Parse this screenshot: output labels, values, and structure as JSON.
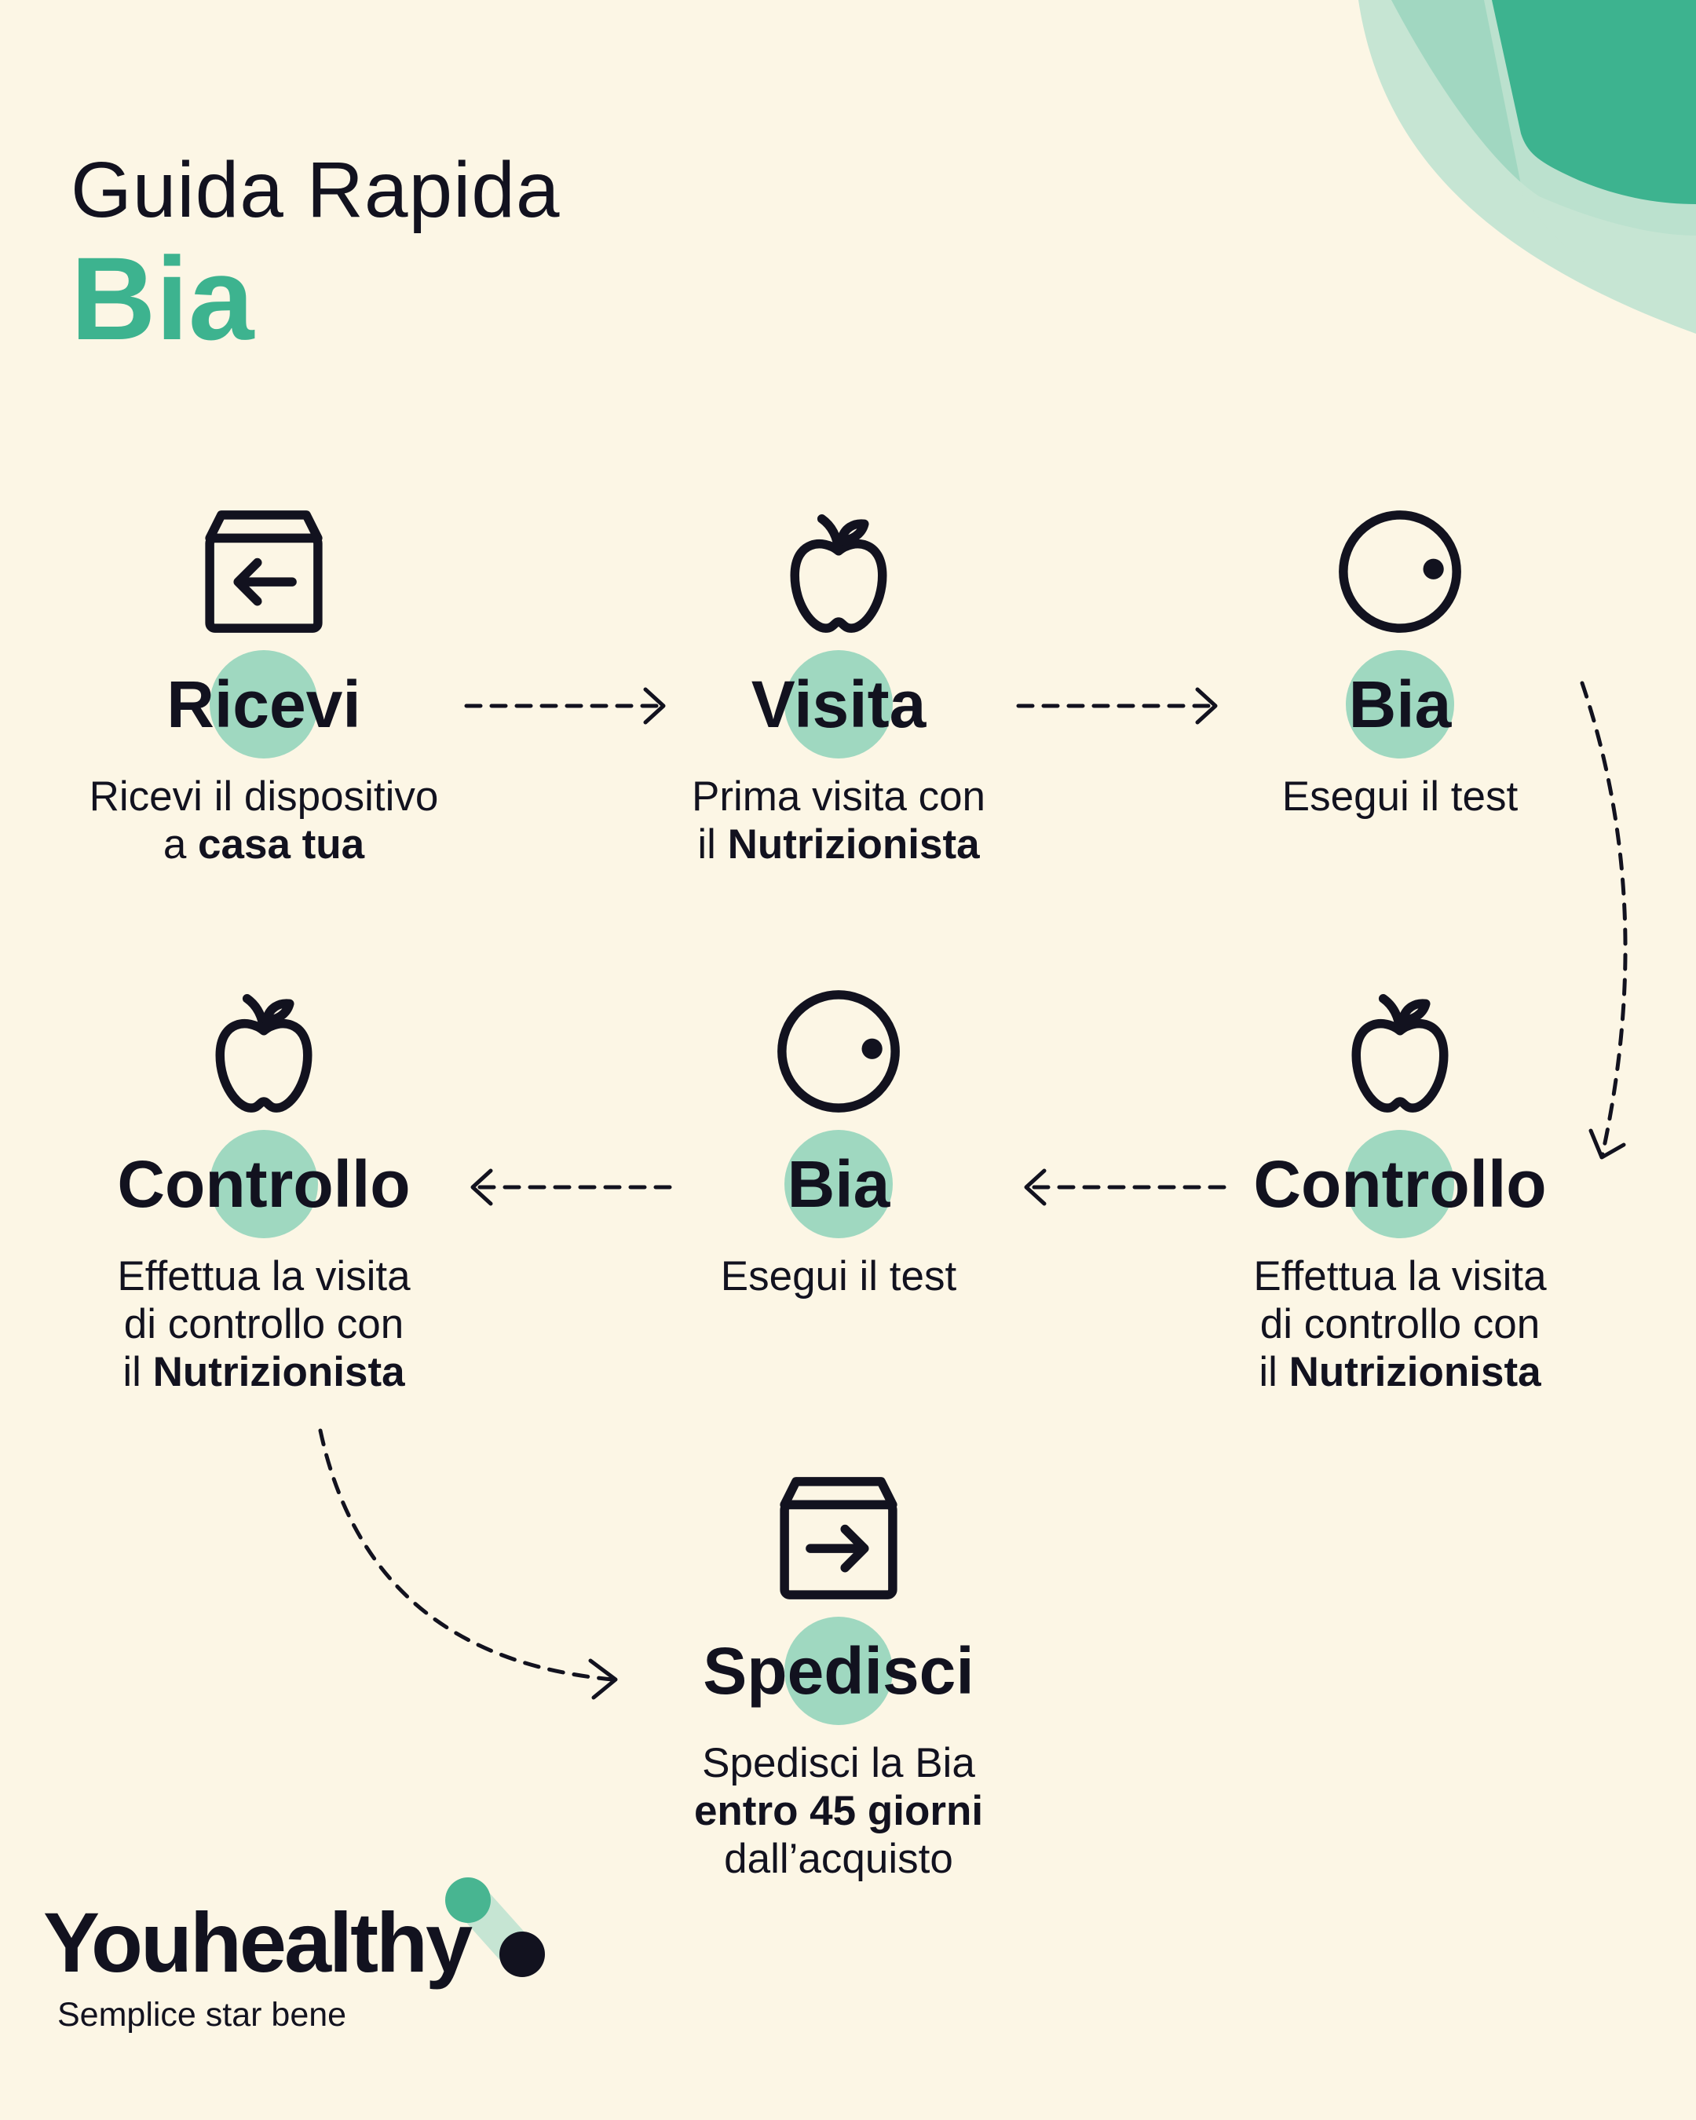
{
  "header": {
    "title": "Guida Rapida",
    "subtitle": "Bia"
  },
  "colors": {
    "background": "#fcf6e5",
    "accent": "#3db38f",
    "accent_light": "#9fd8c0",
    "text": "#12121f"
  },
  "steps": [
    {
      "icon": "box-arrow-in-icon",
      "title": "Ricevi",
      "lines": [
        {
          "pre": "Ricevi il dispositivo",
          "bold": ""
        },
        {
          "pre": "a ",
          "bold": "casa tua"
        }
      ]
    },
    {
      "icon": "apple-icon",
      "title": "Visita",
      "lines": [
        {
          "pre": "Prima visita con",
          "bold": ""
        },
        {
          "pre": "il ",
          "bold": "Nutrizionista"
        }
      ]
    },
    {
      "icon": "bia-device-icon",
      "title": "Bia",
      "lines": [
        {
          "pre": "Esegui il test",
          "bold": ""
        }
      ]
    },
    {
      "icon": "apple-icon",
      "title": "Controllo",
      "lines": [
        {
          "pre": "Effettua la visita",
          "bold": ""
        },
        {
          "pre": "di controllo con",
          "bold": ""
        },
        {
          "pre": "il ",
          "bold": "Nutrizionista"
        }
      ]
    },
    {
      "icon": "bia-device-icon",
      "title": "Bia",
      "lines": [
        {
          "pre": "Esegui il test",
          "bold": ""
        }
      ]
    },
    {
      "icon": "apple-icon",
      "title": "Controllo",
      "lines": [
        {
          "pre": "Effettua la visita",
          "bold": ""
        },
        {
          "pre": "di controllo con",
          "bold": ""
        },
        {
          "pre": "il ",
          "bold": "Nutrizionista"
        }
      ]
    },
    {
      "icon": "box-arrow-out-icon",
      "title": "Spedisci",
      "lines": [
        {
          "pre": "Spedisci la Bia",
          "bold": ""
        },
        {
          "pre": "",
          "bold": "entro 45 giorni"
        },
        {
          "pre": "dall’acquisto",
          "bold": ""
        }
      ]
    }
  ],
  "brand": {
    "name": "Youhealthy",
    "tagline": "Semplice star bene"
  }
}
